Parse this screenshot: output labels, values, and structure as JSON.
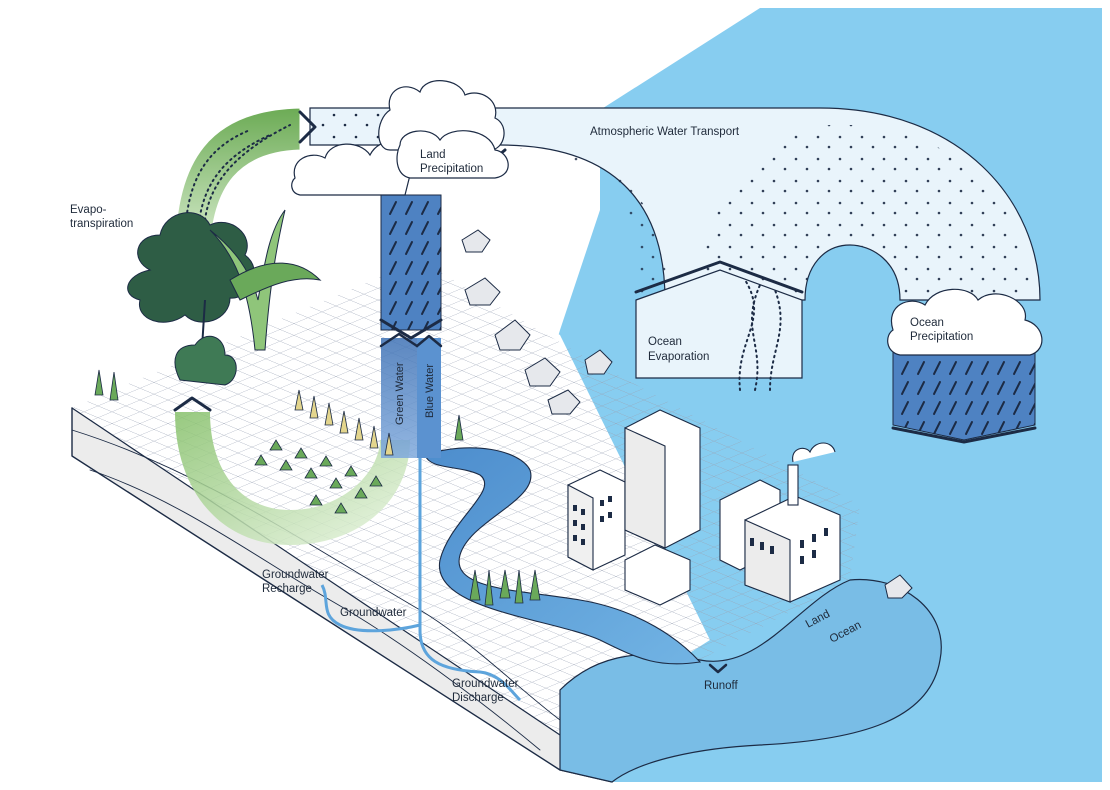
{
  "labels": {
    "evapotranspiration_line1": "Evapo-",
    "evapotranspiration_line2": "transpiration",
    "land_precipitation_line1": "Land",
    "land_precipitation_line2": "Precipitation",
    "atmospheric_transport": "Atmospheric Water Transport",
    "ocean_evaporation_line1": "Ocean",
    "ocean_evaporation_line2": "Evaporation",
    "ocean_precipitation_line1": "Ocean",
    "ocean_precipitation_line2": "Precipitation",
    "green_water": "Green Water",
    "blue_water": "Blue Water",
    "groundwater_recharge_line1": "Groundwater",
    "groundwater_recharge_line2": "Recharge",
    "groundwater": "Groundwater",
    "groundwater_discharge_line1": "Groundwater",
    "groundwater_discharge_line2": "Discharge",
    "runoff": "Runoff",
    "land": "Land",
    "ocean": "Ocean"
  },
  "colors": {
    "ocean": "#87cdf0",
    "ocean_shallow": "#79bde6",
    "green_flow": "#8fc57a",
    "blue_water": "#4d86c6",
    "blue_water_dark": "#2f5f9e",
    "cloud": "#ffffff",
    "atmosphere": "#e9f4fb",
    "ink": "#1c2b45",
    "tree_dark": "#2e5d45",
    "plant_green": "#6aa95a",
    "crop_yellow": "#e3d58d"
  }
}
